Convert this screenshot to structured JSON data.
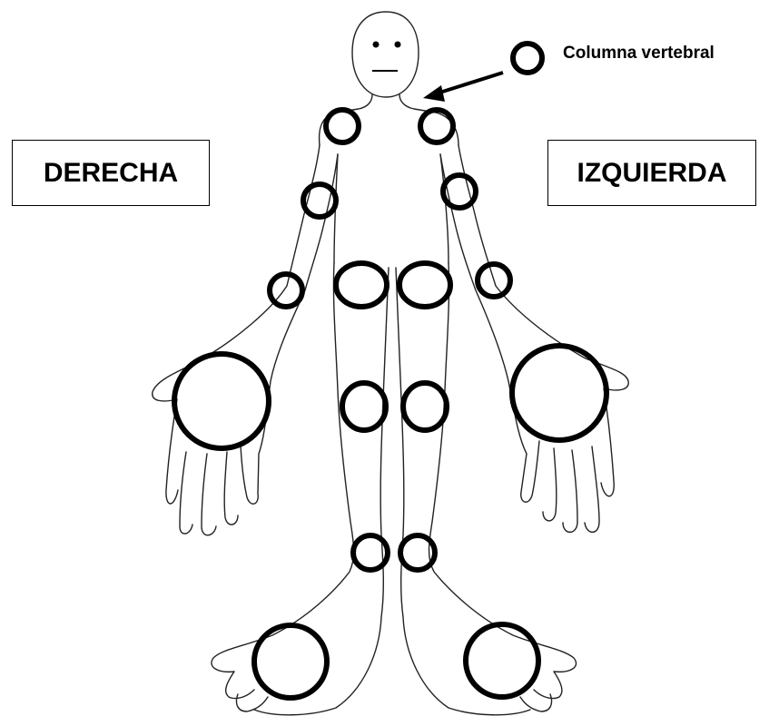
{
  "labels": {
    "right_side": "DERECHA",
    "left_side": "IZQUIERDA",
    "spine_legend": "Columna vertebral"
  },
  "colors": {
    "joint_marker": "#000000",
    "body_outline": "#222222",
    "background": "#ffffff"
  }
}
